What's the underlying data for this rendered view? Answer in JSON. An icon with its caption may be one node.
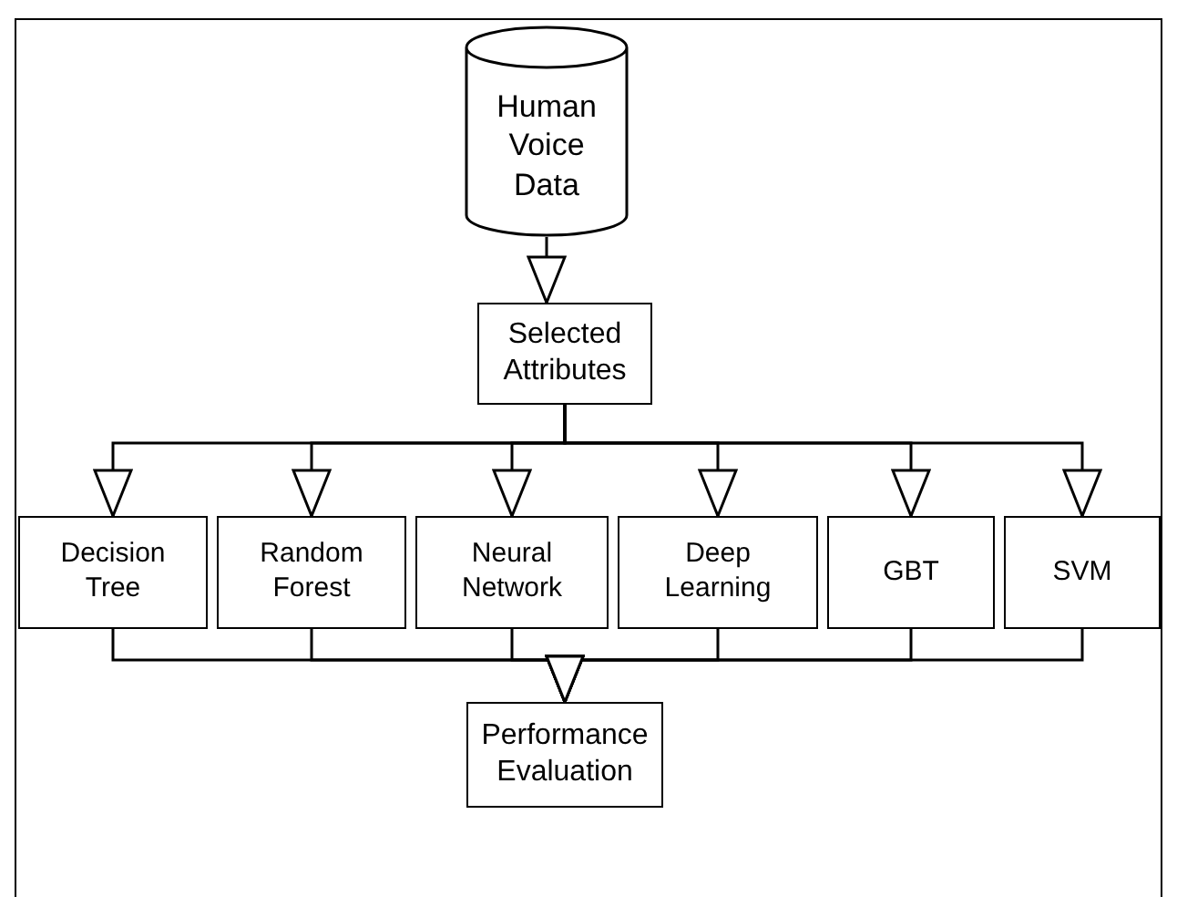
{
  "diagram": {
    "nodes": [
      {
        "text": [
          "Human Voice Data"
        ]
      },
      {
        "text": [
          "Selected Attributes"
        ]
      },
      {
        "text": [
          "Decision Tree"
        ]
      },
      {
        "text": [
          "Random Forest"
        ]
      },
      {
        "text": [
          "Neural Network"
        ]
      },
      {
        "text": [
          "Deep Learning"
        ]
      },
      {
        "text": [
          "GBT"
        ]
      },
      {
        "text": [
          "SVM"
        ]
      },
      {
        "text": [
          "Performance Evaluation"
        ]
      }
    ],
    "edges": [
      {
        "from": 0,
        "to": 1,
        "arrow": "to"
      },
      {
        "from": 1,
        "to": 2,
        "arrow": "to"
      },
      {
        "from": 1,
        "to": 3,
        "arrow": "to"
      },
      {
        "from": 1,
        "to": 4,
        "arrow": "to"
      },
      {
        "from": 1,
        "to": 5,
        "arrow": "to"
      },
      {
        "from": 1,
        "to": 6,
        "arrow": "to"
      },
      {
        "from": 1,
        "to": 7,
        "arrow": "to"
      },
      {
        "from": 2,
        "to": 8,
        "arrow": "to"
      },
      {
        "from": 3,
        "to": 8,
        "arrow": "to"
      },
      {
        "from": 4,
        "to": 8,
        "arrow": "to"
      },
      {
        "from": 5,
        "to": 8,
        "arrow": "to"
      },
      {
        "from": 6,
        "to": 8,
        "arrow": "to"
      },
      {
        "from": 7,
        "to": 8,
        "arrow": "to"
      }
    ]
  }
}
